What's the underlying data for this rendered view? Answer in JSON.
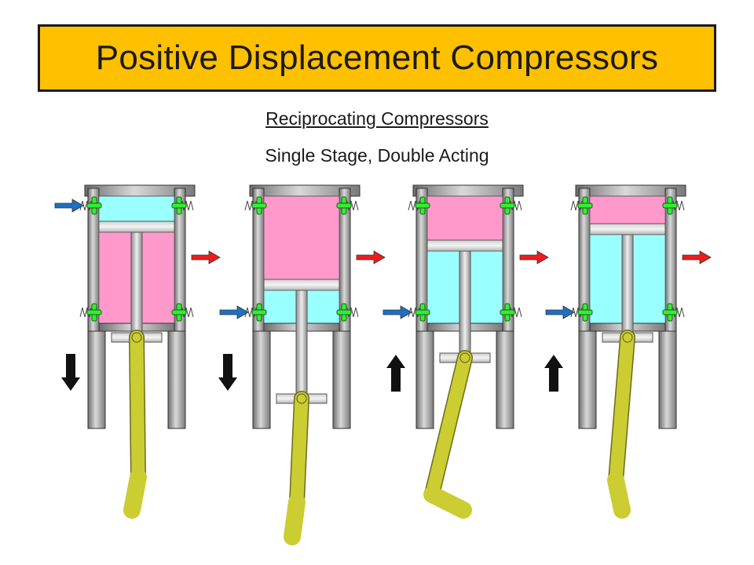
{
  "title": "Positive Displacement Compressors",
  "subtitle": "Reciprocating Compressors",
  "subtitle2": "Single Stage, Double Acting",
  "colors": {
    "title_background": "#ffc000",
    "compressed_gas": "#ff99cc",
    "intake_gas": "#99ffff",
    "cylinder_wall": "#808080",
    "valve": "#33ee33",
    "connecting_rod": "#cccc33",
    "inlet_arrow": "#1f6fc2",
    "outlet_arrow": "#ee1c1c",
    "direction_arrow": "#111111"
  },
  "stages": [
    {
      "piston_direction": "down",
      "inlet_arrow": "top",
      "outlet_arrow": "upper",
      "top_chamber": "intake",
      "bottom_chamber": "compressed"
    },
    {
      "piston_direction": "down",
      "inlet_arrow": "bottom",
      "outlet_arrow": "upper",
      "top_chamber": "compressed",
      "bottom_chamber": "intake"
    },
    {
      "piston_direction": "up",
      "inlet_arrow": "bottom",
      "outlet_arrow": "upper",
      "top_chamber": "compressed",
      "bottom_chamber": "intake"
    },
    {
      "piston_direction": "up",
      "inlet_arrow": "bottom",
      "outlet_arrow": "upper",
      "top_chamber": "compressed",
      "bottom_chamber": "intake"
    }
  ]
}
